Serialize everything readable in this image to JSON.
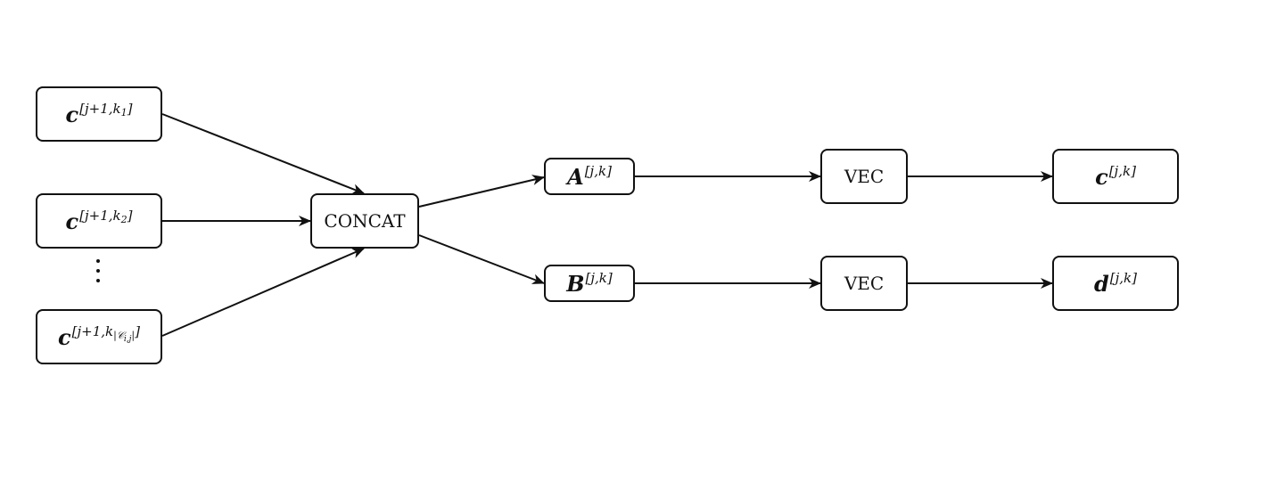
{
  "nodes": {
    "c_k1": {
      "base": "c",
      "sup": "[j+1,k",
      "sub": "1",
      "close": "]"
    },
    "c_k2": {
      "base": "c",
      "sup": "[j+1,k",
      "sub": "2",
      "close": "]"
    },
    "c_kc": {
      "base": "c",
      "sup": "[j+1,k",
      "sub": "|𝒞",
      "subsub": "i,j",
      "subclose": "|",
      "close": "]"
    },
    "concat": {
      "label": "CONCAT"
    },
    "A": {
      "base": "A",
      "sup": "[j,k]"
    },
    "B": {
      "base": "B",
      "sup": "[j,k]"
    },
    "vec_top": {
      "label": "VEC"
    },
    "vec_bottom": {
      "label": "VEC"
    },
    "c_out": {
      "base": "c",
      "sup": "[j,k]"
    },
    "d_out": {
      "base": "d",
      "sup": "[j,k]"
    }
  },
  "edges": [
    {
      "from": "c_k1",
      "to": "concat"
    },
    {
      "from": "c_k2",
      "to": "concat"
    },
    {
      "from": "c_kc",
      "to": "concat"
    },
    {
      "from": "concat",
      "to": "A"
    },
    {
      "from": "concat",
      "to": "B"
    },
    {
      "from": "A",
      "to": "vec_top"
    },
    {
      "from": "B",
      "to": "vec_bottom"
    },
    {
      "from": "vec_top",
      "to": "c_out"
    },
    {
      "from": "vec_bottom",
      "to": "d_out"
    }
  ],
  "style": {
    "stroke": "#111111"
  }
}
